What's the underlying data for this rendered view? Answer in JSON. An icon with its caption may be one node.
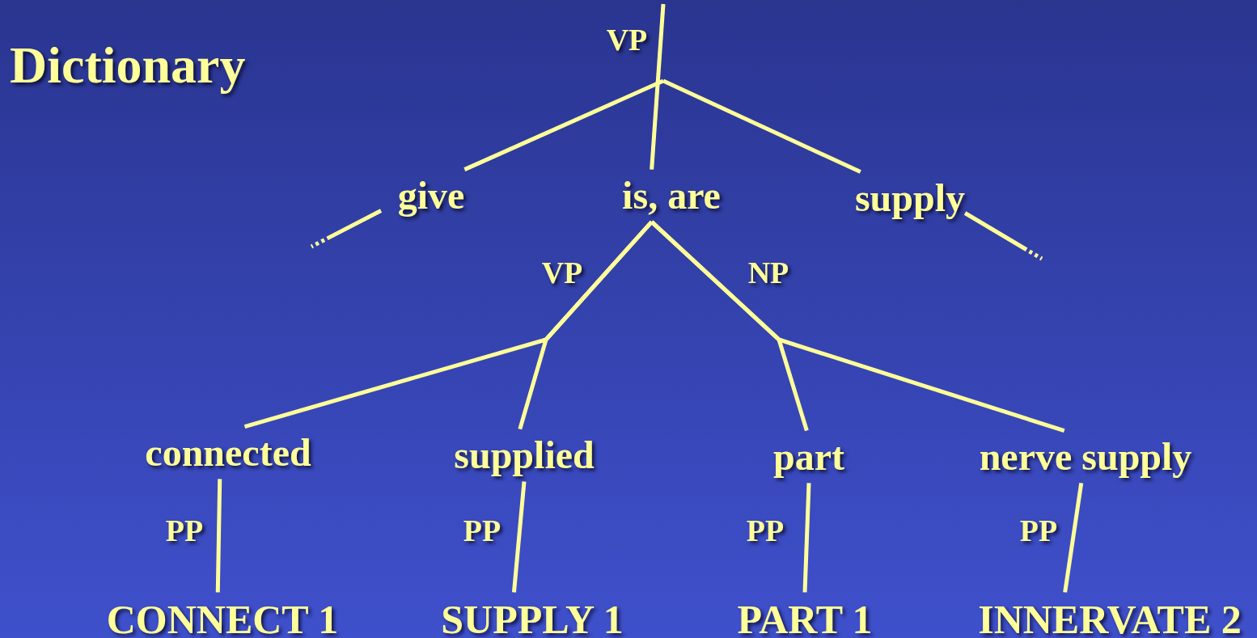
{
  "diagram": {
    "title": "Dictionary",
    "nodes": [
      {
        "text": [
          "give"
        ]
      },
      {
        "text": [
          "is, are"
        ]
      },
      {
        "text": [
          "supply"
        ]
      },
      {
        "text": [
          "connected"
        ]
      },
      {
        "text": [
          "supplied"
        ]
      },
      {
        "text": [
          "part"
        ]
      },
      {
        "text": [
          "nerve supply"
        ]
      },
      {
        "text": [
          "CONNECT 1"
        ]
      },
      {
        "text": [
          "SUPPLY 1"
        ]
      },
      {
        "text": [
          "PART 1"
        ]
      },
      {
        "text": [
          "INNERVATE 2"
        ]
      }
    ],
    "edges": [
      {
        "from": null,
        "to": 1,
        "arrow": "none",
        "label": "VP"
      },
      {
        "from": null,
        "to": 0,
        "arrow": "none"
      },
      {
        "from": null,
        "to": 2,
        "arrow": "none"
      },
      {
        "from": 0,
        "to": null,
        "arrow": "none",
        "style": "dashed"
      },
      {
        "from": 2,
        "to": null,
        "arrow": "none",
        "style": "dashed"
      },
      {
        "from": 1,
        "to": 3,
        "arrow": "none",
        "label": "VP"
      },
      {
        "from": 1,
        "to": 4,
        "arrow": "none"
      },
      {
        "from": 1,
        "to": 5,
        "arrow": "none",
        "label": "NP"
      },
      {
        "from": 1,
        "to": 6,
        "arrow": "none"
      },
      {
        "from": 3,
        "to": 7,
        "arrow": "none",
        "label": "PP"
      },
      {
        "from": 4,
        "to": 8,
        "arrow": "none",
        "label": "PP"
      },
      {
        "from": 5,
        "to": 9,
        "arrow": "none",
        "label": "PP"
      },
      {
        "from": 6,
        "to": 10,
        "arrow": "none",
        "label": "PP"
      }
    ]
  }
}
